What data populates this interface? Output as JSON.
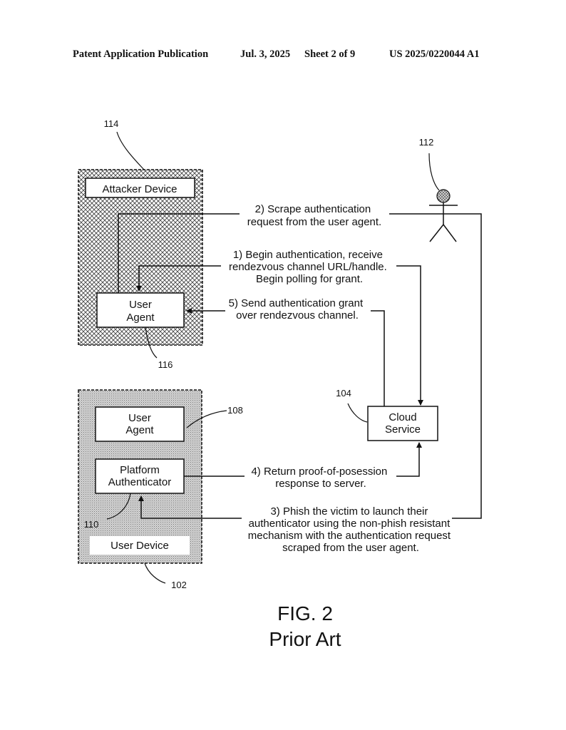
{
  "header": {
    "publication": "Patent Application Publication",
    "date": "Jul. 3, 2025",
    "sheet": "Sheet 2 of 9",
    "number": "US 2025/0220044 A1"
  },
  "figure": {
    "title": "FIG. 2",
    "subtitle": "Prior Art"
  },
  "nodes": {
    "attacker_device": {
      "ref": "114",
      "label": "Attacker Device"
    },
    "attacker_user_agent": {
      "ref": "116",
      "line1": "User",
      "line2": "Agent"
    },
    "user_device": {
      "ref": "102",
      "label": "User Device"
    },
    "user_agent": {
      "ref": "108",
      "line1": "User",
      "line2": "Agent"
    },
    "platform_authenticator": {
      "ref": "110",
      "line1": "Platform",
      "line2": "Authenticator"
    },
    "cloud_service": {
      "ref": "104",
      "line1": "Cloud",
      "line2": "Service"
    },
    "victim": {
      "ref": "112"
    }
  },
  "steps": {
    "step1": [
      "1) Begin authentication, receive",
      "rendezvous channel URL/handle.",
      "Begin polling for grant."
    ],
    "step2": [
      "2) Scrape authentication",
      "request from the user agent."
    ],
    "step3": [
      "3) Phish the victim to launch their",
      "authenticator using the non-phish resistant",
      "mechanism with the authentication request",
      "scraped from the user agent."
    ],
    "step4": [
      "4) Return proof-of-posession",
      "response to server."
    ],
    "step5": [
      "5) Send authentication grant",
      "over rendezvous channel."
    ]
  }
}
